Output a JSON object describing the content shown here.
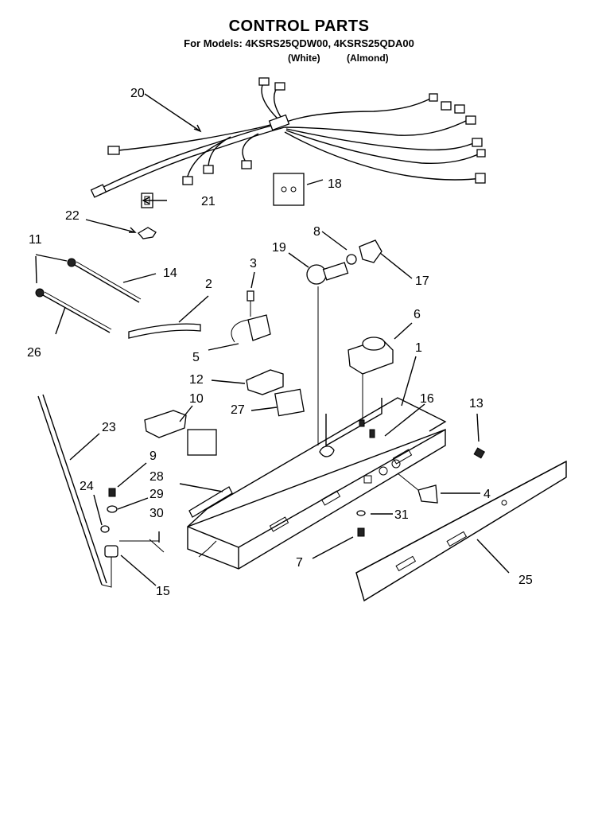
{
  "header": {
    "title": "CONTROL PARTS",
    "models": "For Models: 4KSRS25QDW00, 4KSRS25QDA00",
    "variant_white": "(White)",
    "variant_almond": "(Almond)"
  },
  "callouts": {
    "c1": "1",
    "c2": "2",
    "c3": "3",
    "c4": "4",
    "c5": "5",
    "c6": "6",
    "c7": "7",
    "c8": "8",
    "c9": "9",
    "c10": "10",
    "c11": "11",
    "c12": "12",
    "c13": "13",
    "c14": "14",
    "c15": "15",
    "c16": "16",
    "c17": "17",
    "c18": "18",
    "c19": "19",
    "c20": "20",
    "c21": "21",
    "c22": "22",
    "c23": "23",
    "c24": "24",
    "c25": "25",
    "c26": "26",
    "c27": "27",
    "c28": "28",
    "c29": "29",
    "c30": "30",
    "c31": "31"
  }
}
